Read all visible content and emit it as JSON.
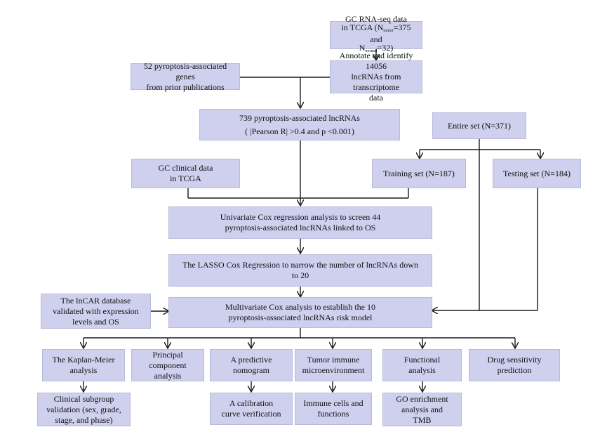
{
  "nodes": {
    "rnaseq": {
      "line1": "GC RNA-seq data",
      "line2_pre": "in TCGA (N",
      "line2_sub": "tumor",
      "line2_post": "=375 and",
      "line3_pre": "N",
      "line3_sub": "normal",
      "line3_post": "=32)"
    },
    "annotate": {
      "lines": [
        "Annotate and identify 14056",
        "lncRNAs from transcriptome",
        "data"
      ]
    },
    "genes": {
      "lines": [
        "52 pyroptosis-associated genes",
        "from prior publications"
      ]
    },
    "lncrnas739": {
      "lines": [
        "739 pyroptosis-associated lncRNAs",
        "( |Pearson R| >0.4 and p <0.001)"
      ]
    },
    "entire": {
      "lines": [
        "Entire set (N=371)"
      ]
    },
    "clinical": {
      "lines": [
        "GC clinical data",
        "in TCGA"
      ]
    },
    "training": {
      "lines": [
        "Training set (N=187)"
      ]
    },
    "testing": {
      "lines": [
        "Testing set (N=184)"
      ]
    },
    "univariate": {
      "lines": [
        "Univariate Cox regression analysis to screen 44",
        "pyroptosis-associated lncRNAs linked to OS"
      ]
    },
    "lasso": {
      "lines": [
        "The LASSO Cox Regression to narrow the number of lncRNAs down",
        "to 20"
      ]
    },
    "lncar": {
      "lines": [
        "The lnCAR database",
        "validated with expression",
        "levels and OS"
      ]
    },
    "multivariate": {
      "lines": [
        "Multivariate Cox analysis to establish the 10",
        "pyroptosis-associated lncRNAs risk model"
      ]
    },
    "km": {
      "lines": [
        "The Kaplan-Meier",
        "analysis"
      ]
    },
    "pca": {
      "lines": [
        "Principal",
        "component",
        "analysis"
      ]
    },
    "nomogram": {
      "lines": [
        "A predictive",
        "nomogram"
      ]
    },
    "tme": {
      "lines": [
        "Tumor immune",
        "microenvironment"
      ]
    },
    "functional": {
      "lines": [
        "Functional",
        "analysis"
      ]
    },
    "drug": {
      "lines": [
        "Drug sensitivity",
        "prediction"
      ]
    },
    "subgroup": {
      "lines": [
        "Clinical subgroup",
        "validation (sex, grade,",
        "stage, and phase)"
      ]
    },
    "calibration": {
      "lines": [
        "A calibration",
        "curve verification"
      ]
    },
    "immune": {
      "lines": [
        "Immune cells and",
        "functions"
      ]
    },
    "go": {
      "lines": [
        "GO enrichment",
        "analysis and",
        "TMB"
      ]
    }
  },
  "colors": {
    "box_fill": "#cfcfee",
    "box_border": "#b9b9dc",
    "line": "#1a1a1a"
  }
}
